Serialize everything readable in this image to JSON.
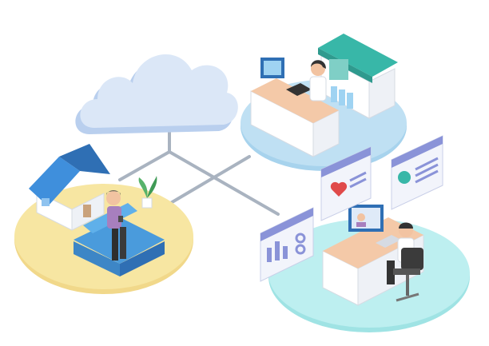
{
  "colors": {
    "background": "#ffffff",
    "cloud": "#dbe7f7",
    "cloud_shadow": "#b9cfee",
    "connector": "#a9b3c0",
    "home_platform": "#f7e6a2",
    "hospital_platform": "#bfe0f3",
    "clinic_platform": "#bdeff0",
    "house_roof": "#3f8fdc",
    "sofa": "#4a9bdc",
    "hospital_roof": "#38b7a8",
    "desk_top": "#f4c9a8",
    "panel_header": "#8a93d8",
    "panel_body": "#f2f4fb",
    "heart": "#e04a4a"
  },
  "nodes": {
    "cloud": "cloud-icon",
    "home": "home-with-patient",
    "hospital": "hospital-reception",
    "clinic": "remote-doctor-workstation"
  },
  "panels": [
    "heart-rate-panel-icon",
    "medical-report-panel-icon",
    "vitals-chart-panel-icon"
  ]
}
